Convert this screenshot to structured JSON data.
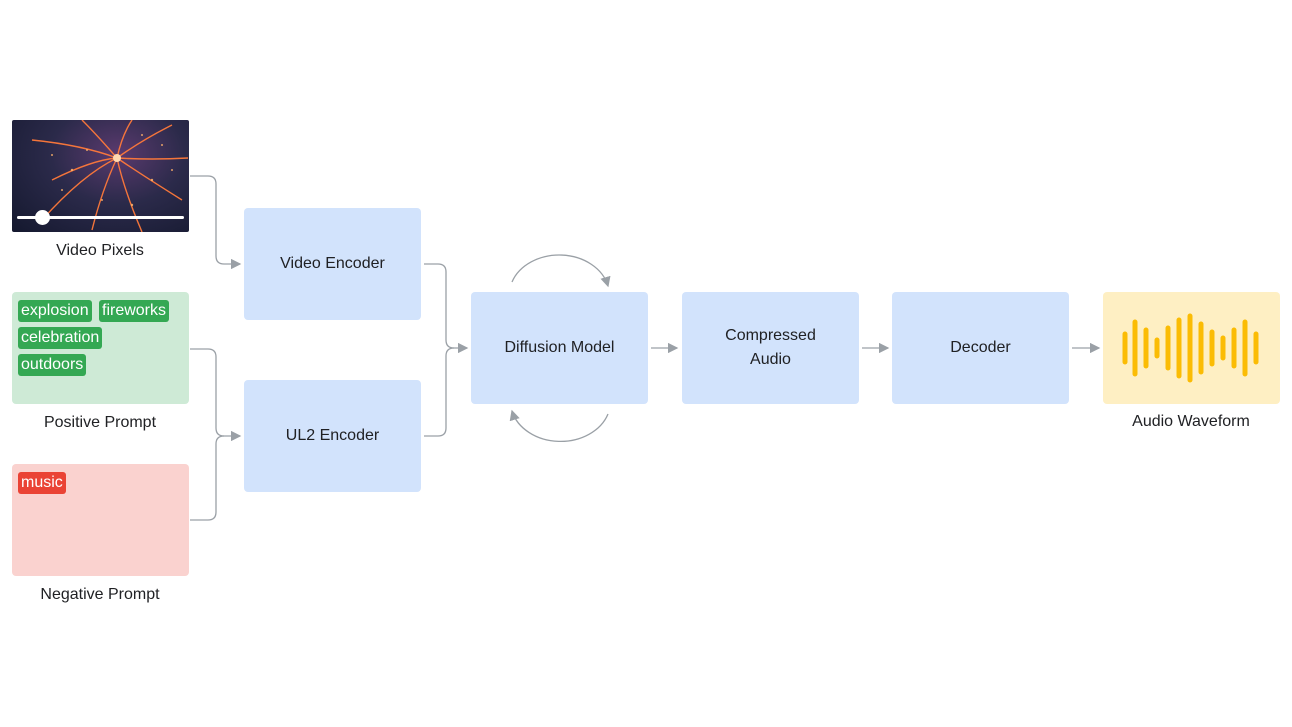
{
  "inputs": {
    "video_caption": "Video Pixels",
    "positive_caption": "Positive Prompt",
    "negative_caption": "Negative Prompt",
    "positive_tags": [
      "explosion",
      "fireworks",
      "celebration",
      "outdoors"
    ],
    "negative_tags": [
      "music"
    ],
    "video_progress": 0.15
  },
  "blocks": {
    "video_encoder": "Video Encoder",
    "ul2_encoder": "UL2 Encoder",
    "diffusion_model": "Diffusion Model",
    "compressed_audio_line1": "Compressed",
    "compressed_audio_line2": "Audio",
    "decoder": "Decoder"
  },
  "output": {
    "caption": "Audio Waveform"
  },
  "colors": {
    "block_blue": "#d2e3fc",
    "positive_bg": "#ceead6",
    "negative_bg": "#fad2cf",
    "output_bg": "#feefc3",
    "tag_green": "#34a853",
    "tag_red": "#ea4335",
    "waveform": "#fbbc04",
    "connector": "#9aa0a6"
  }
}
